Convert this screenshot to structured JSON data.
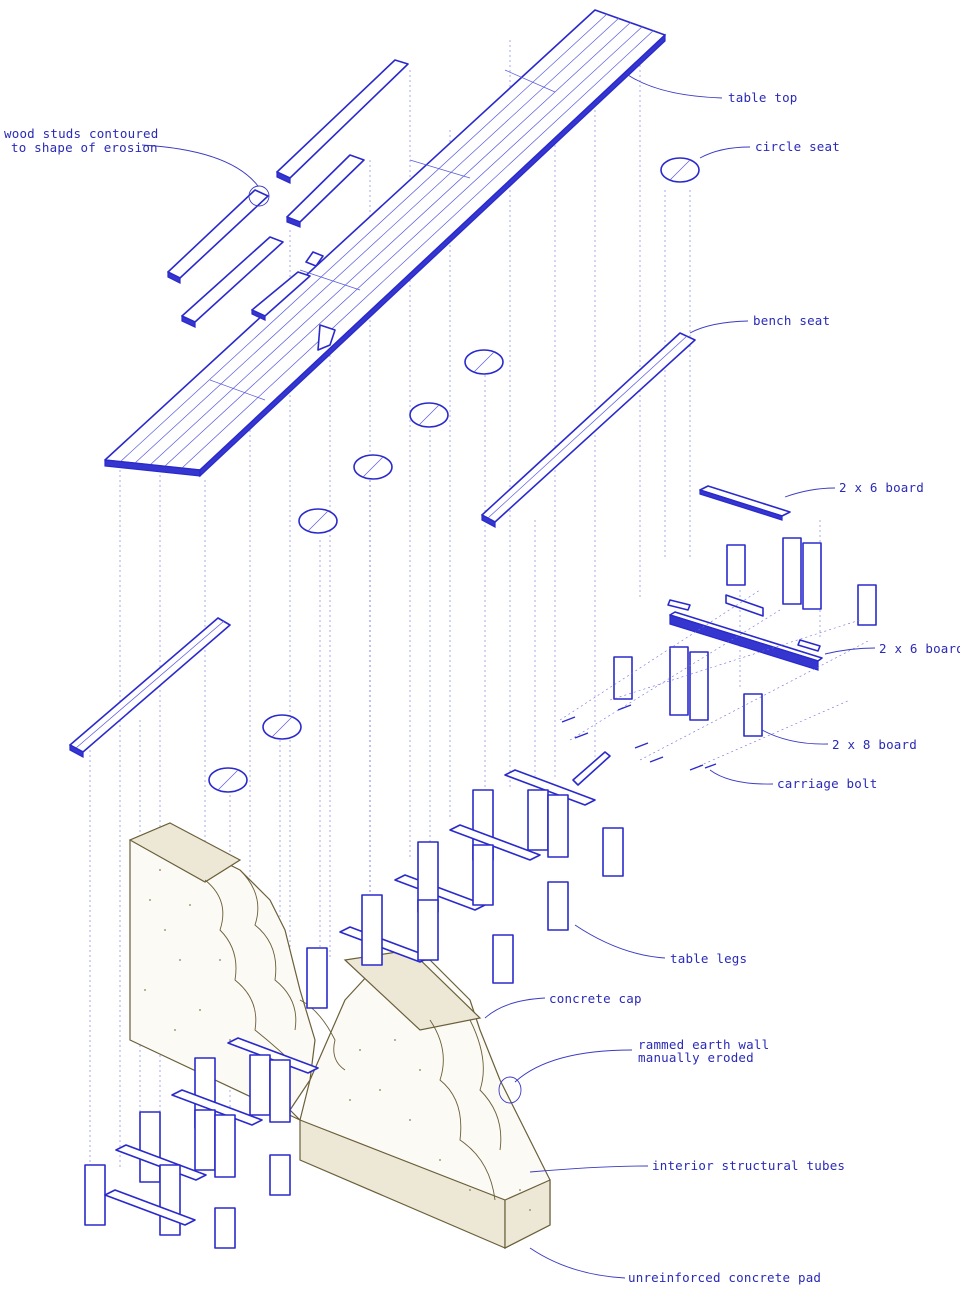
{
  "labels": {
    "table_top": "table top",
    "wood_studs_line1": "wood studs contoured",
    "wood_studs_line2": "to shape of erosion",
    "circle_seat": "circle seat",
    "bench_seat": "bench seat",
    "board_2x6_a": "2 x 6 board",
    "board_2x6_b": "2 x 6 board",
    "board_2x8": "2 x 8 board",
    "carriage_bolt": "carriage bolt",
    "table_legs": "table legs",
    "concrete_cap": "concrete cap",
    "rammed_earth_line1": "rammed earth wall",
    "rammed_earth_line2": "manually eroded",
    "interior_tubes": "interior structural tubes",
    "concrete_pad": "unreinforced concrete pad"
  },
  "colors": {
    "wood_line": "#2a2acc",
    "label_text": "#2a2ab8",
    "earth_line": "#6b5f3a",
    "projection": "#7070e0"
  }
}
